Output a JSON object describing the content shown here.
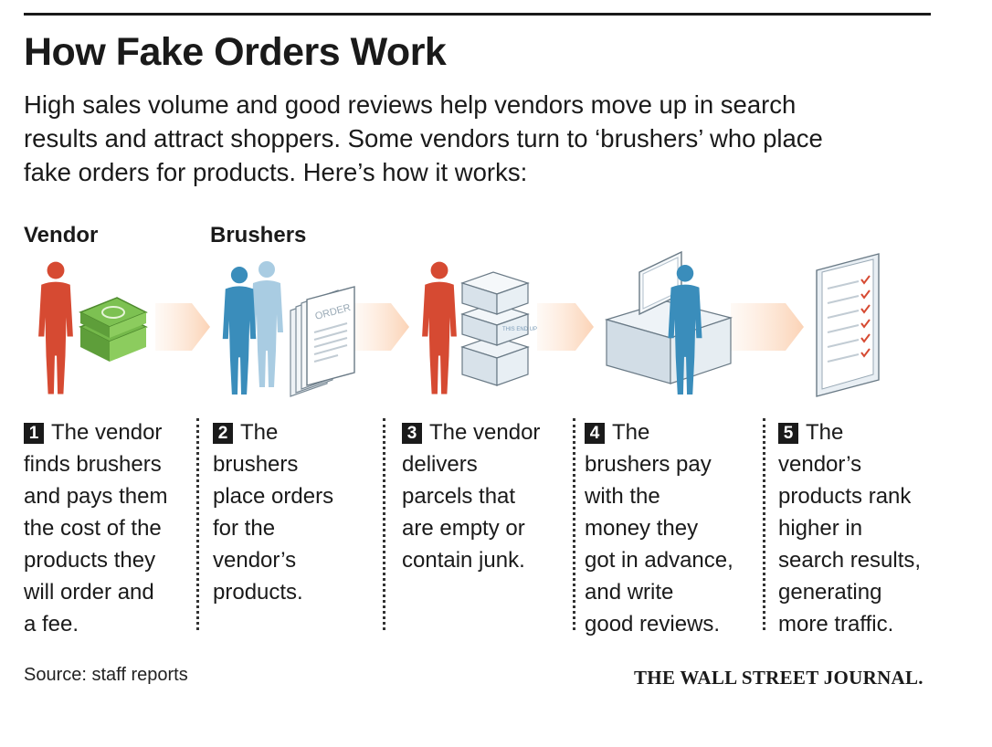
{
  "header": {
    "title": "How Fake Orders Work",
    "intro_lines": [
      "High sales volume and good reviews help vendors move up in search",
      "results and attract shoppers. Some vendors turn to ‘brushers’ who place",
      "fake orders for products. Here’s how it works:"
    ]
  },
  "roles": {
    "vendor": "Vendor",
    "brushers": "Brushers"
  },
  "illustration_text": {
    "order_sheet": "ORDER",
    "box_label": "THIS END UP"
  },
  "steps": [
    {
      "number": "1",
      "lines": [
        "The vendor",
        "finds brushers",
        "and pays them",
        "the cost of the",
        "products they",
        "will order and",
        "a fee."
      ]
    },
    {
      "number": "2",
      "lines": [
        "The",
        "brushers",
        "place orders",
        "for the",
        "vendor’s",
        "products."
      ]
    },
    {
      "number": "3",
      "lines": [
        "The vendor",
        "delivers",
        "parcels that",
        "are empty or",
        "contain junk."
      ]
    },
    {
      "number": "4",
      "lines": [
        "The",
        "brushers pay",
        "with the",
        "money they",
        "got in advance,",
        "and write",
        "good reviews."
      ]
    },
    {
      "number": "5",
      "lines": [
        "The",
        "vendor’s",
        "products rank",
        "higher in",
        "search results,",
        "generating",
        "more traffic."
      ]
    }
  ],
  "footer": {
    "source": "Source: staff reports",
    "credit": "THE WALL STREET JOURNAL."
  },
  "colors": {
    "vendor": "#d64a32",
    "brusher": "#3a8dbb",
    "brusher_light": "#a9cce2",
    "money": "#74b84a",
    "arrow": "#fde3cf"
  },
  "icons": [
    "vendor-figure",
    "money-stack-icon",
    "brusher-figures",
    "order-sheets-icon",
    "parcel-boxes-icon",
    "computer-desk-icon",
    "review-checklist-icon",
    "flow-arrow-icon"
  ]
}
